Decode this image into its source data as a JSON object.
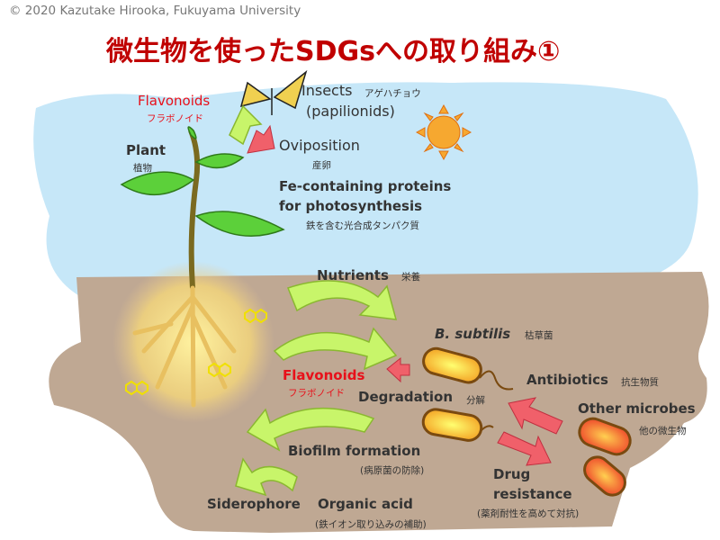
{
  "copyright": "© 2020 Kazutake Hirooka, Fukuyama University",
  "title": "微生物を使ったSDGsへの取り組み①",
  "labels": {
    "flavonoids_top": "Flavonoids",
    "flavonoids_top_ja": "フラボノイド",
    "insects": "Insects",
    "insects_ja": "アゲハチョウ",
    "papilionids": "(papilionids)",
    "oviposition": "Oviposition",
    "oviposition_ja": "産卵",
    "plant": "Plant",
    "plant_ja": "植物",
    "fe_proteins_1": "Fe-containing proteins",
    "fe_proteins_2": "for photosynthesis",
    "fe_proteins_ja": "鉄を含む光合成タンパク質",
    "nutrients": "Nutrients",
    "nutrients_ja": "栄養",
    "bsubtilis": "B. subtilis",
    "bsubtilis_ja": "枯草菌",
    "flavonoids_soil": "Flavonoids",
    "flavonoids_soil_ja": "フラボノイド",
    "antibiotics": "Antibiotics",
    "antibiotics_ja": "抗生物質",
    "degradation": "Degradation",
    "degradation_ja": "分解",
    "other_microbes": "Other microbes",
    "other_microbes_ja": "他の微生物",
    "biofilm": "Biofilm formation",
    "biofilm_ja": "(病原菌の防除)",
    "drug": "Drug",
    "resistance": "resistance",
    "drug_ja": "(薬剤耐性を高めて対抗)",
    "siderophore": "Siderophore",
    "organic_acid": "Organic acid",
    "siderophore_ja": "(鉄イオン取り込みの補助)"
  },
  "colors": {
    "title": "#c00000",
    "sky": "#c6e7f8",
    "soil": "#bfa893",
    "green_arrow": "#c8f56a",
    "red_arrow": "#f0606a",
    "bacteria": "#f5d040",
    "microbe": "#f27a40"
  }
}
